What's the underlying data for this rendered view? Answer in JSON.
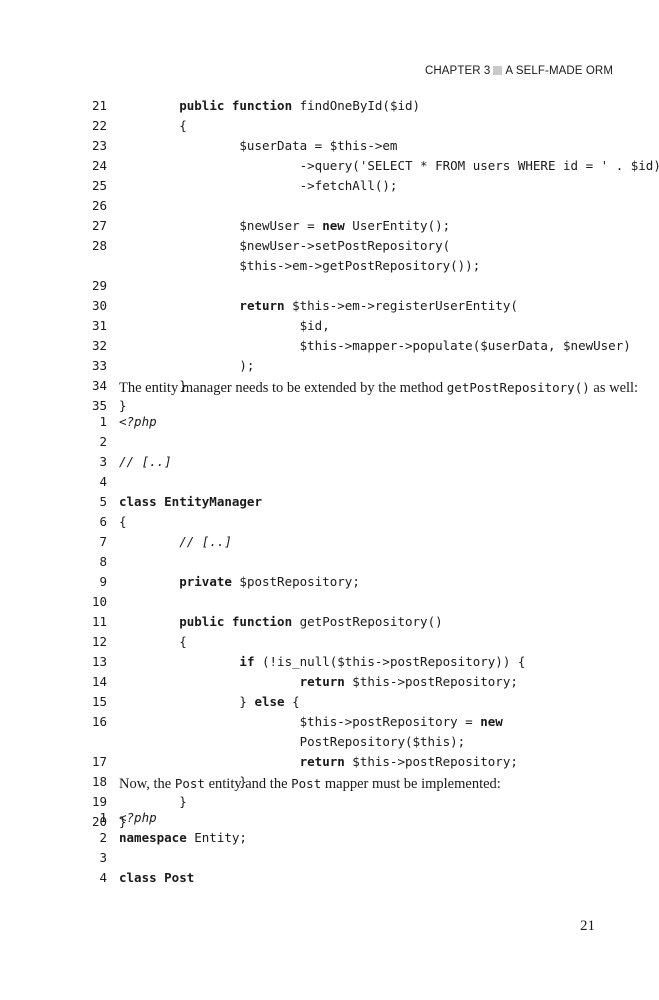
{
  "header": {
    "chapter": "CHAPTER 3",
    "title": "A SELF-MADE ORM"
  },
  "block1": [
    {
      "n": "21",
      "t": "        <kw>public function</kw> findOneById($id)"
    },
    {
      "n": "22",
      "t": "        {"
    },
    {
      "n": "23",
      "t": "                $userData = $this->em"
    },
    {
      "n": "24",
      "t": "                        ->query('SELECT * FROM users WHERE id = ' . $id)"
    },
    {
      "n": "25",
      "t": "                        ->fetchAll();"
    },
    {
      "n": "26",
      "t": ""
    },
    {
      "n": "27",
      "t": "                $newUser = <kw>new</kw> UserEntity();"
    },
    {
      "n": "28",
      "t": "                $newUser->setPostRepository("
    },
    {
      "n": "",
      "t": "                $this->em->getPostRepository());"
    },
    {
      "n": "29",
      "t": ""
    },
    {
      "n": "30",
      "t": "                <kw>return</kw> $this->em->registerUserEntity("
    },
    {
      "n": "31",
      "t": "                        $id,"
    },
    {
      "n": "32",
      "t": "                        $this->mapper->populate($userData, $newUser)"
    },
    {
      "n": "33",
      "t": "                );"
    },
    {
      "n": "34",
      "t": "        }"
    },
    {
      "n": "35",
      "t": "}"
    }
  ],
  "para1": {
    "before": "The entity manager needs to be extended by the method ",
    "code": "getPostRepository()",
    "after": " as well:"
  },
  "block2": [
    {
      "n": "1",
      "t": "<cm><?php</cm>"
    },
    {
      "n": "2",
      "t": ""
    },
    {
      "n": "3",
      "t": "<cm>// [..]</cm>"
    },
    {
      "n": "4",
      "t": ""
    },
    {
      "n": "5",
      "t": "<kw>class EntityManager</kw>"
    },
    {
      "n": "6",
      "t": "{"
    },
    {
      "n": "7",
      "t": "        <cm>// [..]</cm>"
    },
    {
      "n": "8",
      "t": ""
    },
    {
      "n": "9",
      "t": "        <kw>private</kw> $postRepository;"
    },
    {
      "n": "10",
      "t": ""
    },
    {
      "n": "11",
      "t": "        <kw>public function</kw> getPostRepository()"
    },
    {
      "n": "12",
      "t": "        {"
    },
    {
      "n": "13",
      "t": "                <kw>if</kw> (!is_null($this->postRepository)) {"
    },
    {
      "n": "14",
      "t": "                        <kw>return</kw> $this->postRepository;"
    },
    {
      "n": "15",
      "t": "                } <kw>else</kw> {"
    },
    {
      "n": "16",
      "t": "                        $this->postRepository = <kw>new</kw>"
    },
    {
      "n": "",
      "t": "                        PostRepository($this);"
    },
    {
      "n": "17",
      "t": "                        <kw>return</kw> $this->postRepository;"
    },
    {
      "n": "18",
      "t": "                }"
    },
    {
      "n": "19",
      "t": "        }"
    },
    {
      "n": "20",
      "t": "}"
    }
  ],
  "para2": {
    "a": "Now, the ",
    "code1": "Post",
    "b": " entity and the ",
    "code2": "Post",
    "c": " mapper must be implemented:"
  },
  "block3": [
    {
      "n": "1",
      "t": "<cm><?php</cm>"
    },
    {
      "n": "2",
      "t": "<kw>namespace</kw> Entity;"
    },
    {
      "n": "3",
      "t": ""
    },
    {
      "n": "4",
      "t": "<kw>class Post</kw>"
    }
  ],
  "page_number": "21"
}
